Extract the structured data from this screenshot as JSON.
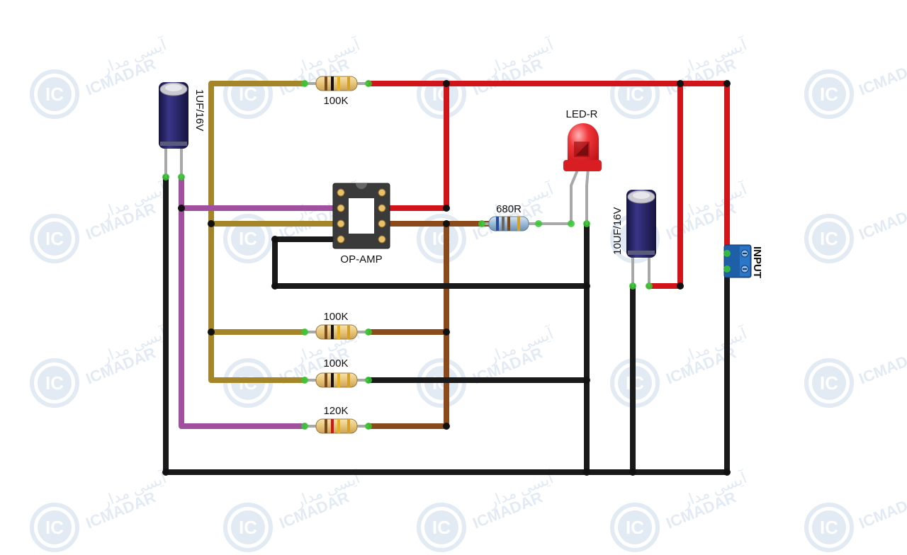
{
  "components": {
    "cap_small": "1UF/16V",
    "cap_large": "10UF/16V",
    "r_top": "100K",
    "r_mid1": "100K",
    "r_mid2": "100K",
    "r_bottom": "120K",
    "r_led": "680R",
    "led": "LED-R",
    "opamp": "OP-AMP",
    "input": "INPUT"
  },
  "watermark": {
    "brand": "ICMADAR",
    "brand_fa": "آیسی مدار",
    "logo_text": "IC"
  },
  "colors": {
    "wire_red": "#d0141a",
    "wire_black": "#1a1a1a",
    "wire_gold": "#a5852a",
    "wire_brown": "#8a4a1c",
    "wire_purple": "#a150a0",
    "capacitor": "#221f5e",
    "led": "#e8262a",
    "terminal": "#1f5fa8",
    "node_green": "#36c832"
  }
}
